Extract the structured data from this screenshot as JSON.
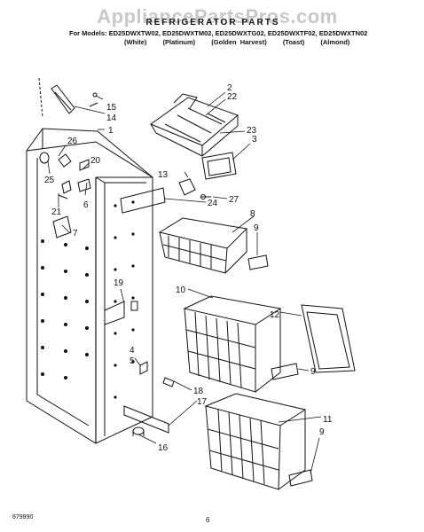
{
  "header": {
    "watermark": "AppliancePartsPros.com",
    "title": "REFRIGERATOR PARTS",
    "models_label": "For Models:",
    "models": "ED25DWXTW02, ED25DWXTM02, ED25DWXTG02, ED25DWXTF02, ED25DWXTN02",
    "colors": [
      "(White)",
      "(Platinum)",
      "(Golden Harvest)",
      "(Toast)",
      "(Almond)"
    ]
  },
  "callouts": [
    "1",
    "2",
    "3",
    "4",
    "5",
    "6",
    "7",
    "8",
    "9",
    "9",
    "9",
    "10",
    "11",
    "12",
    "13",
    "14",
    "15",
    "16",
    "17",
    "18",
    "19",
    "20",
    "21",
    "22",
    "23",
    "24",
    "25",
    "26",
    "27"
  ],
  "footer": {
    "doc_code": "879990",
    "page": "6"
  },
  "colors": {
    "ink": "#111111",
    "watermark": "#c8c8c8"
  }
}
